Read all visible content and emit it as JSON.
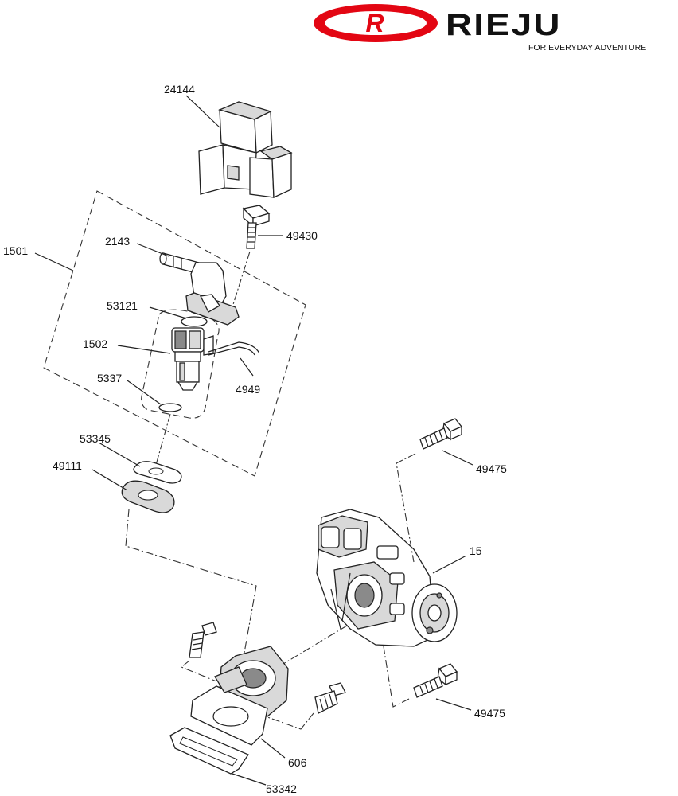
{
  "brand": {
    "logo_letter": "R",
    "name": "RIEJU",
    "tagline": "FOR EVERYDAY ADVENTURE",
    "color": "#e30613"
  },
  "parts": [
    {
      "id": "lbl-24144",
      "number": "24144"
    },
    {
      "id": "lbl-49430",
      "number": "49430"
    },
    {
      "id": "lbl-1501",
      "number": "1501"
    },
    {
      "id": "lbl-2143",
      "number": "2143"
    },
    {
      "id": "lbl-53121",
      "number": "53121"
    },
    {
      "id": "lbl-1502",
      "number": "1502"
    },
    {
      "id": "lbl-4949",
      "number": "4949"
    },
    {
      "id": "lbl-5337",
      "number": "5337"
    },
    {
      "id": "lbl-53345",
      "number": "53345"
    },
    {
      "id": "lbl-49111",
      "number": "49111"
    },
    {
      "id": "lbl-49475a",
      "number": "49475"
    },
    {
      "id": "lbl-15",
      "number": "15"
    },
    {
      "id": "lbl-49475b",
      "number": "49475"
    },
    {
      "id": "lbl-606",
      "number": "606"
    },
    {
      "id": "lbl-53342",
      "number": "53342"
    }
  ]
}
